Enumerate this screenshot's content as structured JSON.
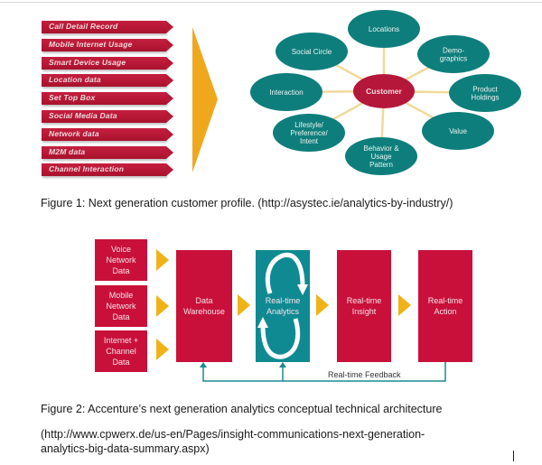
{
  "figure1": {
    "data_sources": [
      "Call Detail Record",
      "Mobile Internet Usage",
      "Smart Device Usage",
      "Location data",
      "Set Top Box",
      "Social Media Data",
      "Network data",
      "M2M data",
      "Channel Interaction"
    ],
    "center_node": "Customer",
    "nodes": [
      "Locations",
      "Demo-\ngraphics",
      "Product\nHoldings",
      "Value",
      "Behavior &\nUsage\nPattern",
      "Lifestyle/\nPreference/\nIntent",
      "Interaction",
      "Social Circle"
    ],
    "caption": "Figure 1: Next generation customer profile. (http://asystec.ie/analytics-by-industry/)",
    "colors": {
      "source_red": "#b81835",
      "node_teal": "#0e7e7c",
      "center_red": "#b5173a",
      "arrow_gold": "#efa81e",
      "connector": "#f0d99a"
    }
  },
  "figure2": {
    "inputs": [
      "Voice\nNetwork\nData",
      "Mobile\nNetwork\nData",
      "Internet +\nChannel\nData"
    ],
    "stages": [
      "Data\nWarehouse",
      "Real-time\nAnalytics",
      "Real-time\nInsight",
      "Real-time\nAction"
    ],
    "feedback_label": "Real-time Feedback",
    "caption": "Figure 2: Accenture’s next generation analytics conceptual technical architecture",
    "source_line1": "(http://www.cpwerx.de/us-en/Pages/insight-communications-next-generation-",
    "source_line2": "analytics-big-data-summary.aspx)",
    "colors": {
      "box_red": "#c8103a",
      "box_teal": "#0f8a93",
      "arrow_gold": "#f0b217",
      "feedback_line": "#1a8a8f"
    }
  }
}
